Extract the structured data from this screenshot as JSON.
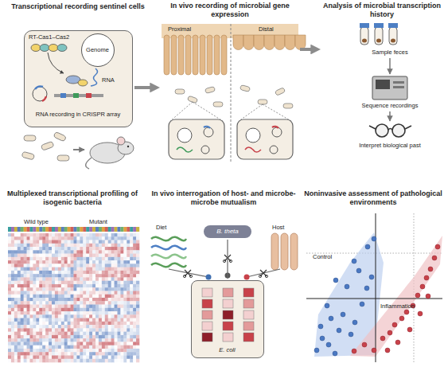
{
  "diagram": {
    "nodes": [
      {
        "text": [
          "Transcriptional recording sentinel cells",
          "RNA recording in CRISPR array"
        ]
      },
      {
        "text": [
          "Genome"
        ],
        "in": 0
      },
      {
        "text": [
          "In vivo recording of microbial gene expression",
          "Proximal",
          "Distal"
        ]
      },
      {
        "text": [
          "Analysis of microbial transcription history"
        ]
      },
      {
        "text": [
          "B. theta"
        ]
      },
      {
        "text": [
          "E. coli"
        ]
      }
    ],
    "edges": [
      {
        "from": 0,
        "to": 2,
        "arrow": "to"
      },
      {
        "from": 2,
        "to": 3,
        "arrow": "to"
      },
      {
        "from": 4,
        "to": 5,
        "arrow": "none"
      }
    ],
    "labels": [
      "RT-Cas1–Cas2",
      "RNA",
      "Sample feces",
      "Sequence recordings",
      "Interpret biological past",
      "Multiplexed transcriptional profiling of isogenic bacteria",
      "Wild type",
      "Mutant",
      "In vivo interrogation of host- and microbe-microbe mutualism",
      "Diet",
      "Host",
      "Noninvasive assessment of pathological environments",
      "Control",
      "Inflammation"
    ]
  }
}
